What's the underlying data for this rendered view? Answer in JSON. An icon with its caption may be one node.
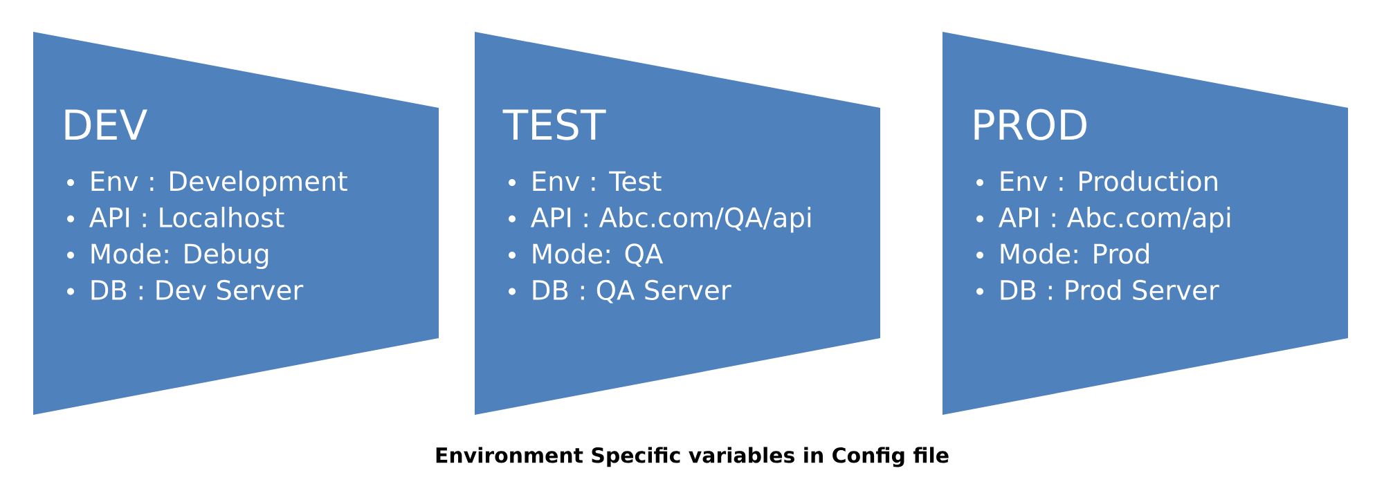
{
  "diagram": {
    "caption": "Environment Specific variables in Config file",
    "nodes": [
      {
        "text": [
          "DEV",
          "Env : Development",
          "API : Localhost",
          "Mode: Debug",
          "DB : Dev Server"
        ]
      },
      {
        "text": [
          "TEST",
          "Env : Test",
          "API : Abc.com/QA/api",
          "Mode: QA",
          "DB : QA Server"
        ]
      },
      {
        "text": [
          "PROD",
          "Env : Production",
          "API : Abc.com/api",
          "Mode: Prod",
          "DB : Prod Server"
        ]
      }
    ]
  }
}
